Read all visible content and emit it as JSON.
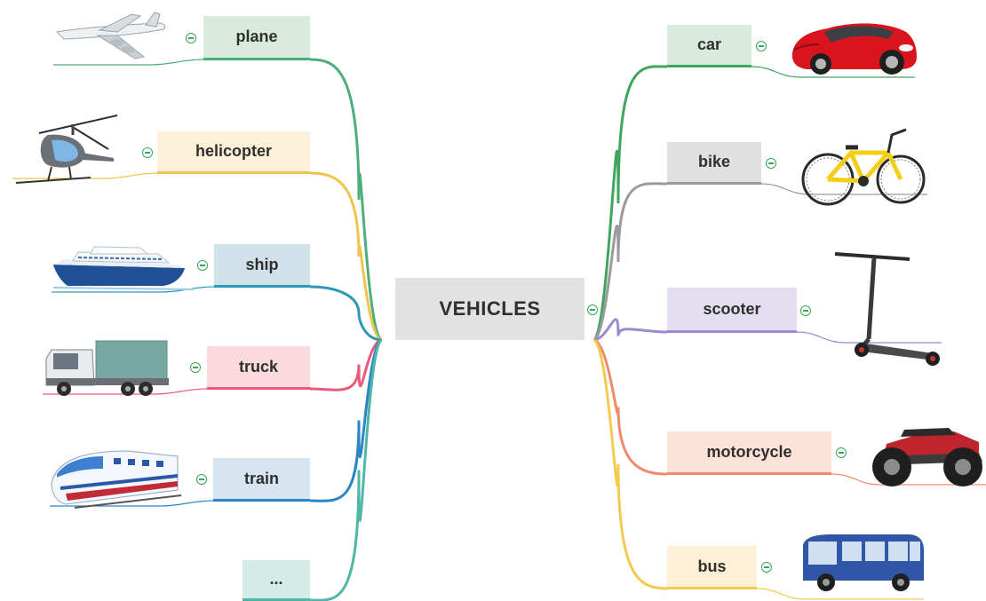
{
  "center": {
    "label": "VEHICLES"
  },
  "left_branches": [
    {
      "label": "plane",
      "color": "#4caf7a",
      "fill": "#d7eadc",
      "icon": "airplane-icon"
    },
    {
      "label": "helicopter",
      "color": "#f0c44c",
      "fill": "#fdf0d8",
      "icon": "helicopter-icon"
    },
    {
      "label": "ship",
      "color": "#2c9ab7",
      "fill": "#cfe2ea",
      "icon": "ship-icon"
    },
    {
      "label": "truck",
      "color": "#ea5a7a",
      "fill": "#fadadf",
      "icon": "truck-icon"
    },
    {
      "label": "train",
      "color": "#2c86c3",
      "fill": "#d6e5ef",
      "icon": "train-icon"
    },
    {
      "label": "...",
      "color": "#4fb7a8",
      "fill": "#d4ebe7",
      "icon": ""
    }
  ],
  "right_branches": [
    {
      "label": "car",
      "color": "#3ea55e",
      "fill": "#d9ebde",
      "icon": "car-icon"
    },
    {
      "label": "bike",
      "color": "#9b9b9b",
      "fill": "#e0e0e0",
      "icon": "bicycle-icon"
    },
    {
      "label": "scooter",
      "color": "#9b8ad0",
      "fill": "#e3def0",
      "icon": "scooter-icon"
    },
    {
      "label": "motorcycle",
      "color": "#f08b6a",
      "fill": "#fde2d8",
      "icon": "atv-icon"
    },
    {
      "label": "bus",
      "color": "#f3c94f",
      "fill": "#fdf0d6",
      "icon": "bus-icon"
    }
  ],
  "colors": {
    "center_fill": "#e2e2e2",
    "toggle_green": "#3aa556"
  }
}
